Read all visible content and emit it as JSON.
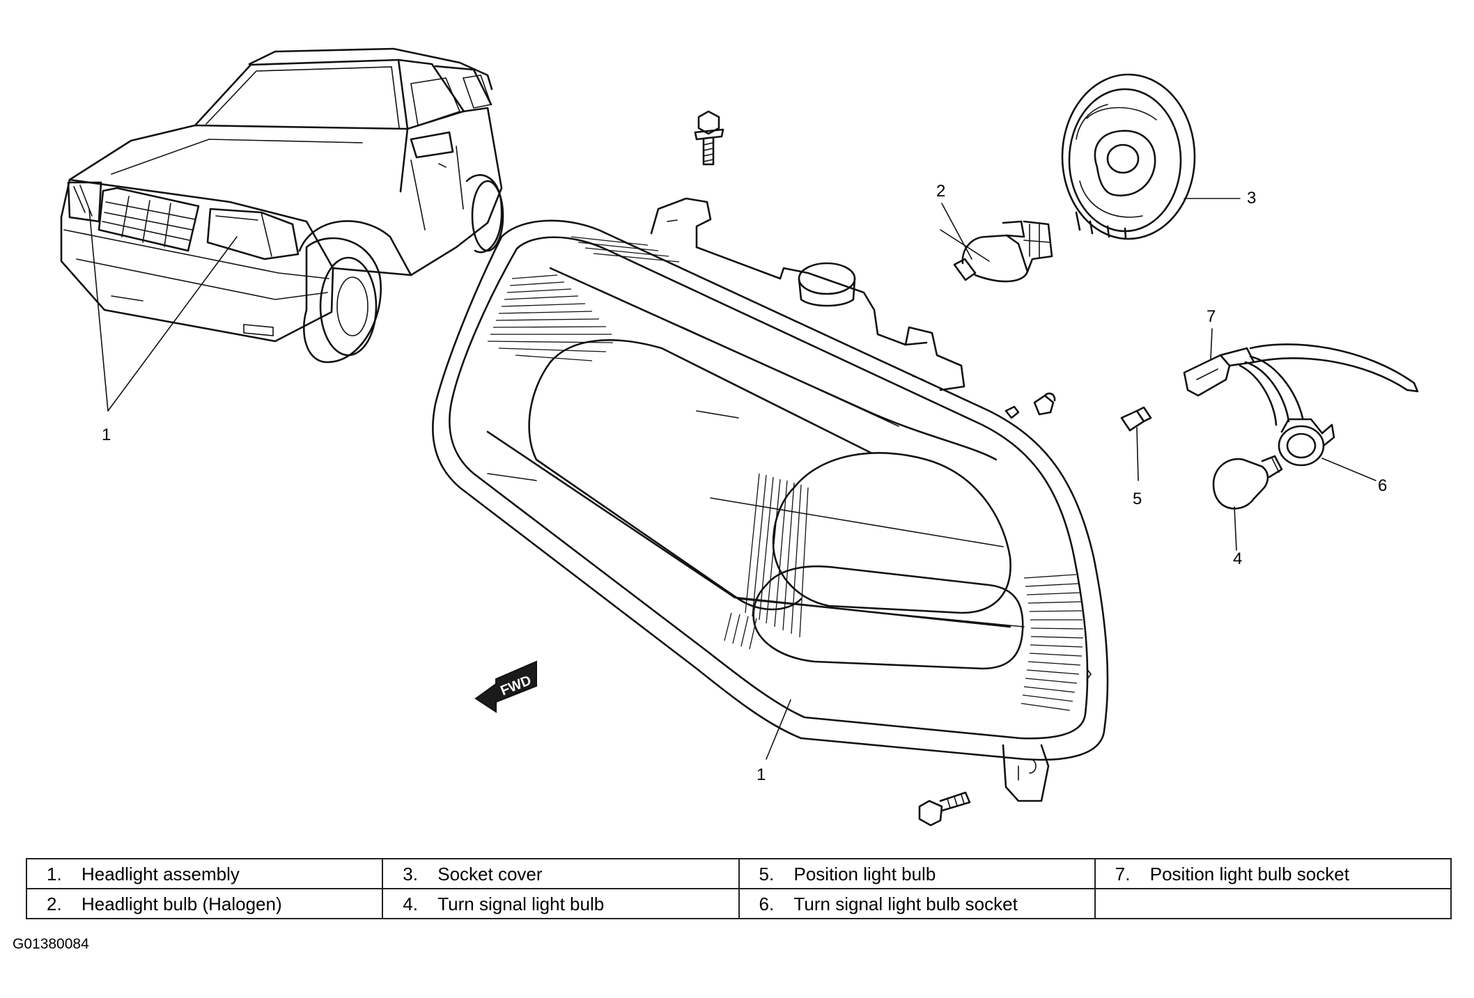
{
  "callouts": {
    "c1_car": "1",
    "c1_main": "1",
    "c2": "2",
    "c3": "3",
    "c4": "4",
    "c5": "5",
    "c6": "6",
    "c7": "7"
  },
  "fwd_mark": "FWD",
  "legend": [
    [
      {
        "num": "1.",
        "label": "Headlight assembly"
      },
      {
        "num": "3.",
        "label": "Socket cover"
      },
      {
        "num": "5.",
        "label": "Position light bulb"
      },
      {
        "num": "7.",
        "label": "Position light bulb socket"
      }
    ],
    [
      {
        "num": "2.",
        "label": "Headlight bulb (Halogen)"
      },
      {
        "num": "4.",
        "label": "Turn signal light bulb"
      },
      {
        "num": "6.",
        "label": "Turn signal light bulb socket"
      },
      {
        "num": "",
        "label": ""
      }
    ]
  ],
  "figure_code": "G01380084"
}
